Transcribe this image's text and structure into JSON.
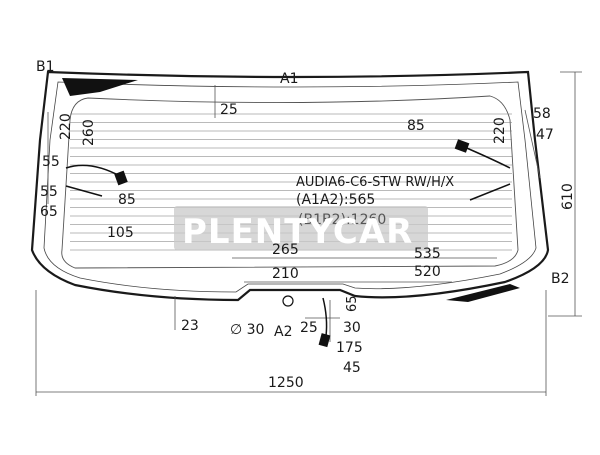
{
  "glass": {
    "model_line1": "AUDIA6-C6-STW RW/H/X",
    "model_line2": "(A1A2):565",
    "model_line3": "(B1B2):1260"
  },
  "points": {
    "b1": "B1",
    "a1": "A1",
    "b2": "B2",
    "a2": "A2"
  },
  "dims": {
    "top_25": "25",
    "left_220": "220",
    "left_260": "260",
    "right_220": "220",
    "right_58": "58",
    "right_47": "47",
    "right_85": "85",
    "left_55a": "55",
    "left_85": "85",
    "left_55b": "55",
    "left_65": "65",
    "left_105": "105",
    "height_610": "610",
    "width_265": "265",
    "width_535": "535",
    "width_210": "210",
    "width_520": "520",
    "bottom_65": "65",
    "bottom_23": "23",
    "hole_30": "∅ 30",
    "bottom_25": "25",
    "bottom_30": "30",
    "bottom_175": "175",
    "bottom_45": "45",
    "width_1250": "1250"
  },
  "watermark": {
    "text": "PLENTYCAR"
  },
  "colors": {
    "line": "#1a1a1a",
    "watermark_bg": "#c9c9c9"
  }
}
